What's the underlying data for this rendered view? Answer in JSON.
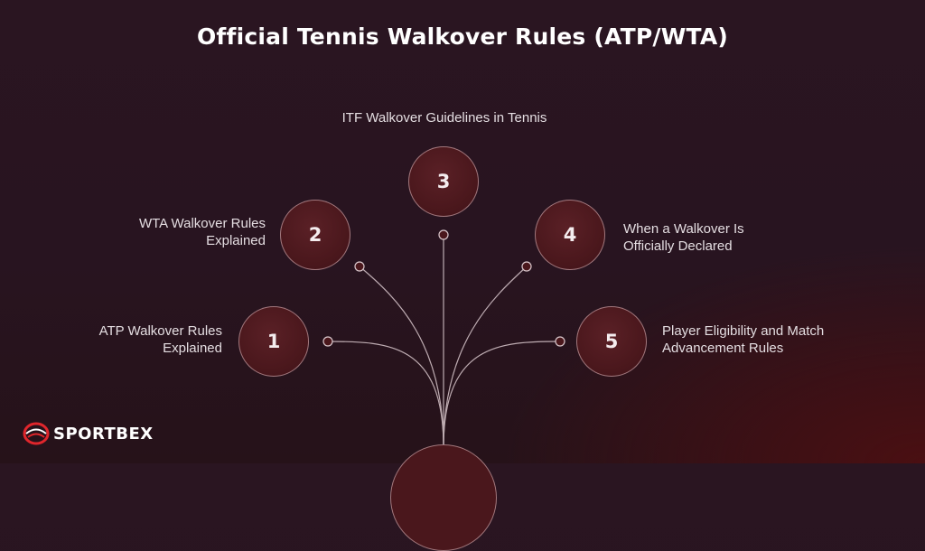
{
  "title": "Official Tennis Walkover Rules (ATP/WTA)",
  "nodes": [
    {
      "number": "1",
      "label_line1": "ATP Walkover Rules",
      "label_line2": "Explained"
    },
    {
      "number": "2",
      "label_line1": "WTA Walkover Rules",
      "label_line2": "Explained"
    },
    {
      "number": "3",
      "label_line1": "ITF Walkover Guidelines in Tennis",
      "label_line2": ""
    },
    {
      "number": "4",
      "label_line1": "When a Walkover Is",
      "label_line2": "Officially Declared"
    },
    {
      "number": "5",
      "label_line1": "Player Eligibility and Match",
      "label_line2": "Advancement Rules"
    }
  ],
  "logo": {
    "text": "SPORTBEX"
  },
  "colors": {
    "accent": "#4a171c",
    "logo_red": "#e0262c",
    "background": "#281420"
  }
}
